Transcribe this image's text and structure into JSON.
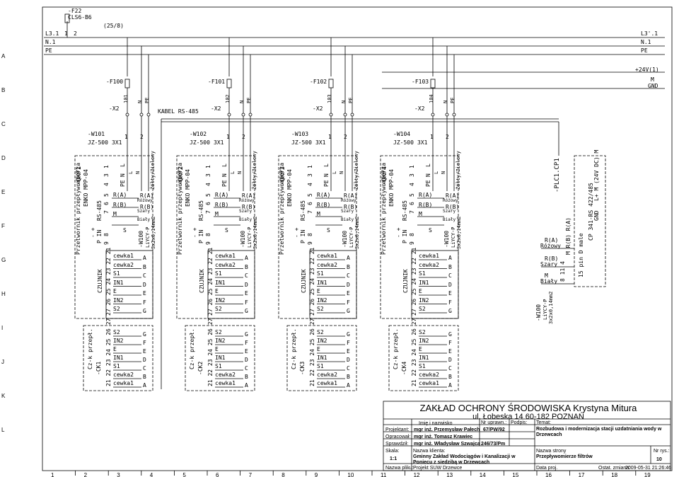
{
  "frame": {
    "columns": [
      "1",
      "2",
      "3",
      "4",
      "5",
      "6",
      "7",
      "8",
      "9",
      "10",
      "11",
      "12",
      "13",
      "14",
      "15",
      "16",
      "17",
      "18",
      "19"
    ],
    "rows": [
      "A",
      "B",
      "C",
      "D",
      "E",
      "F",
      "G",
      "H",
      "I",
      "J",
      "K",
      "L"
    ]
  },
  "bus": {
    "left": [
      "L3.1",
      "N.1",
      "PE"
    ],
    "right": [
      "L3'.1",
      "N.1",
      "PE"
    ],
    "fuse_id": "-F22",
    "fuse_type": "CLS6-B6",
    "fuse_ref": "(25/8)",
    "fuse_term": "1",
    "fuse_term2": "2",
    "supply_plus": "+24V(1)",
    "supply_m": "M",
    "supply_gnd": "GND",
    "cable_label": "KABEL RS-485"
  },
  "groups": [
    {
      "fuse": "-F100",
      "x2": "-X2",
      "x2pins": [
        "101",
        "N",
        "PE"
      ],
      "cable": "-W101",
      "cable_type": "JZ-500",
      "cable_cores": "3X1",
      "wire_colors": [
        "L",
        "N",
        "PE"
      ],
      "wire_nums": [
        "1",
        "2"
      ],
      "pe_color": "Żółty/Zielony",
      "qkf": "-QKF1",
      "qkf_desc": "Przetwornik przepływomierza",
      "qkf_model": "ENKO MPP-04",
      "pins_top": [
        "4",
        "3",
        "1"
      ],
      "pins_mid": [
        "7",
        "6",
        "5"
      ],
      "pins_bot": [
        "9",
        "8"
      ],
      "rs": "RS-485",
      "sig_a": "R(A)",
      "sig_b": "R(B)",
      "sig_m": "M",
      "sig_s": "S",
      "pin_pm": "- +",
      "pin_pin": "P IN",
      "w100": "-W100",
      "w100_type": "LiYCY-P",
      "w100_size": "3x2x0,14mm2",
      "col_a": "Różowy",
      "col_b": "R(B)",
      "col_m": "Szary",
      "col_s": "Biały",
      "col_a2": "R(A)",
      "czujnik": "CZUJNIK",
      "czujnik_pins": "27 26 25 24 23 22 21",
      "cz_sig": [
        "cewka1",
        "cewka2",
        "S1",
        "IN1",
        "E",
        "IN2",
        "S2"
      ],
      "cz_letters": [
        "A",
        "B",
        "C",
        "D",
        "E",
        "F",
        "G"
      ],
      "ck": "-CK1",
      "ck_desc": "Cz-k przepł.",
      "ck_pins": "21 22 23 24 25 26 27",
      "ck_sig": [
        "S2",
        "IN2",
        "E",
        "IN1",
        "S1",
        "cewka2",
        "cewka1"
      ],
      "ck_letters": [
        "G",
        "F",
        "E",
        "D",
        "C",
        "B",
        "A"
      ]
    },
    {
      "fuse": "-F101",
      "x2": "-X2",
      "x2pins": [
        "102",
        "N",
        "PE"
      ],
      "cable": "-W102",
      "cable_type": "JZ-500",
      "cable_cores": "3X1",
      "wire_colors": [
        "L",
        "N",
        "PE"
      ],
      "wire_nums": [
        "1",
        "2"
      ],
      "pe_color": "Żółty/Zielony",
      "qkf": "-QKF2",
      "qkf_desc": "Przetwornik przepływomierza",
      "qkf_model": "ENKO MPP-04",
      "pins_top": [
        "4",
        "3",
        "1"
      ],
      "pins_mid": [
        "7",
        "6",
        "5"
      ],
      "pins_bot": [
        "9",
        "8"
      ],
      "rs": "RS-485",
      "sig_a": "R(A)",
      "sig_b": "R(B)",
      "sig_m": "M",
      "sig_s": "S",
      "pin_pm": "- +",
      "pin_pin": "P IN",
      "w100": "-W100",
      "w100_type": "LiYCY-P",
      "w100_size": "3x2x0,14mm2",
      "col_a": "Różowy",
      "col_b": "R(B)",
      "col_m": "Szary",
      "col_s": "Biały",
      "col_a2": "R(A)",
      "czujnik": "CZUJNIK",
      "czujnik_pins": "27 26 25 24 23 22 21",
      "cz_sig": [
        "cewka1",
        "cewka2",
        "S1",
        "IN1",
        "E",
        "IN2",
        "S2"
      ],
      "cz_letters": [
        "A",
        "B",
        "C",
        "D",
        "E",
        "F",
        "G"
      ],
      "ck": "-CK2",
      "ck_desc": "Cz-k przepł.",
      "ck_pins": "21 22 23 24 25 26 27",
      "ck_sig": [
        "S2",
        "IN2",
        "E",
        "IN1",
        "S1",
        "cewka2",
        "cewka1"
      ],
      "ck_letters": [
        "G",
        "F",
        "E",
        "D",
        "C",
        "B",
        "A"
      ]
    },
    {
      "fuse": "-F102",
      "x2": "-X2",
      "x2pins": [
        "103",
        "N",
        "PE"
      ],
      "cable": "-W103",
      "cable_type": "JZ-500",
      "cable_cores": "3X1",
      "wire_colors": [
        "L",
        "N",
        "PE"
      ],
      "wire_nums": [
        "1",
        "2"
      ],
      "pe_color": "Żółty/Zielony",
      "qkf": "-QKF3",
      "qkf_desc": "Przetwornik przepływomierza",
      "qkf_model": "ENKO MPP-04",
      "pins_top": [
        "4",
        "3",
        "1"
      ],
      "pins_mid": [
        "7",
        "6",
        "5"
      ],
      "pins_bot": [
        "9",
        "8"
      ],
      "rs": "RS-485",
      "sig_a": "R(A)",
      "sig_b": "R(B)",
      "sig_m": "M",
      "sig_s": "S",
      "pin_pm": "- +",
      "pin_pin": "P IN",
      "w100": "-W100",
      "w100_type": "LiYCY-P",
      "w100_size": "3x2x0,14mm2",
      "col_a": "Różowy",
      "col_b": "R(B)",
      "col_m": "Szary",
      "col_s": "Biały",
      "col_a2": "R(A)",
      "czujnik": "CZUJNIK",
      "czujnik_pins": "27 26 25 24 23 22 21",
      "cz_sig": [
        "cewka1",
        "cewka2",
        "S1",
        "IN1",
        "E",
        "IN2",
        "S2"
      ],
      "cz_letters": [
        "A",
        "B",
        "C",
        "D",
        "E",
        "F",
        "G"
      ],
      "ck": "-CK3",
      "ck_desc": "Cz-k przepł.",
      "ck_pins": "21 22 23 24 25 26 27",
      "ck_sig": [
        "S2",
        "IN2",
        "E",
        "IN1",
        "S1",
        "cewka2",
        "cewka1"
      ],
      "ck_letters": [
        "G",
        "F",
        "E",
        "D",
        "C",
        "B",
        "A"
      ]
    },
    {
      "fuse": "-F103",
      "x2": "-X2",
      "x2pins": [
        "104",
        "N",
        "PE"
      ],
      "cable": "-W104",
      "cable_type": "JZ-500",
      "cable_cores": "3X1",
      "wire_colors": [
        "L",
        "N",
        "PE"
      ],
      "wire_nums": [
        "1",
        "2"
      ],
      "pe_color": "Żółty/Zielony",
      "qkf": "-QKF4",
      "qkf_desc": "Przetwornik przepływomierza",
      "qkf_model": "ENKO MPP-04",
      "pins_top": [
        "4",
        "3",
        "1"
      ],
      "pins_mid": [
        "7",
        "6",
        "5"
      ],
      "pins_bot": [
        "9",
        "8"
      ],
      "rs": "RS-485",
      "sig_a": "R(A)",
      "sig_b": "R(B)",
      "sig_m": "M",
      "sig_s": "S",
      "pin_pm": "- +",
      "pin_pin": "P IN",
      "w100": "-W100",
      "w100_type": "LiYCY-P",
      "w100_size": "3x2x0,14mm2",
      "col_a": "Różowy",
      "col_b": "R(B)",
      "col_m": "Szary",
      "col_s": "Biały",
      "col_a2": "R(A)",
      "czujnik": "CZUJNIK",
      "czujnik_pins": "27 26 25 24 23 22 21",
      "cz_sig": [
        "cewka1",
        "cewka2",
        "S1",
        "IN1",
        "E",
        "IN2",
        "S2"
      ],
      "cz_letters": [
        "A",
        "B",
        "C",
        "D",
        "E",
        "F",
        "G"
      ],
      "ck": "-CK4",
      "ck_desc": "Cz-k przepł.",
      "ck_pins": "21 22 23 24 25 26 27",
      "ck_sig": [
        "S2",
        "IN2",
        "E",
        "IN1",
        "S1",
        "cewka2",
        "cewka1"
      ],
      "ck_letters": [
        "G",
        "F",
        "E",
        "D",
        "C",
        "B",
        "A"
      ]
    }
  ],
  "plc": {
    "id": "-PLC1.CP1",
    "desc": "CP 341-RS 422/485",
    "port": "15 pin D male",
    "supply": "L+ M (24V DC) M",
    "gnd": "GND",
    "pins": "M R(B) R(A)",
    "pin_nums": "8 11 4",
    "wire_a": "R(A)",
    "col_a": "Różowy",
    "wire_b": "R(B)",
    "col_b": "Szary",
    "wire_m": "M",
    "col_m": "Biały",
    "cable": "-W100",
    "cable_type": "LiYCY-P",
    "cable_size": "3x2x0,14mm2"
  },
  "title_block": {
    "company": "ZAKŁAD OCHRONY ŚRODOWISKA Krystyna Mitura",
    "address": "ul. Łobeska 14   60-182  POZNAŃ",
    "h_name": "Imię i nazwisko",
    "h_nr": "Nr uprawn.:",
    "h_sig": "Podpis:",
    "h_topic": "Temat:",
    "projektant_label": "Projektant:",
    "projektant": "mgr inż. Przemysław Pałech",
    "projektant_nr": "67/PW/92",
    "opracowal_label": "Opracował:",
    "opracowal": "mgr inż. Tomasz Krawiec",
    "sprawdzil_label": "Sprawdził:",
    "sprawdzil": "mgr inż. Władysław Szwajca",
    "sprawdzil_nr": "246/73/Pm",
    "topic": "Rozbudowa i modernizacja stacji uzdatniania wody w Drzewcach",
    "skala_label": "Skala:",
    "skala": "1:1",
    "klient_label": "Nazwa klienta:",
    "klient": "Gminny Zakład Wodociągów i Kanalizacji w Poniecu z siedzibą w Drzewcach",
    "strona_label": "Nazwa strony",
    "strona": "Przepływomierze filtrów",
    "nr_rys_label": "Nr rys.:",
    "nr_rys": "10",
    "plik_label": "Nazwa pliku:",
    "plik": "Projekt SUW Drzewce",
    "data_label": "Data proj.",
    "ostat_label": "Ostat. zmiana:",
    "ostat": "2009-05-31 21:26:46"
  }
}
